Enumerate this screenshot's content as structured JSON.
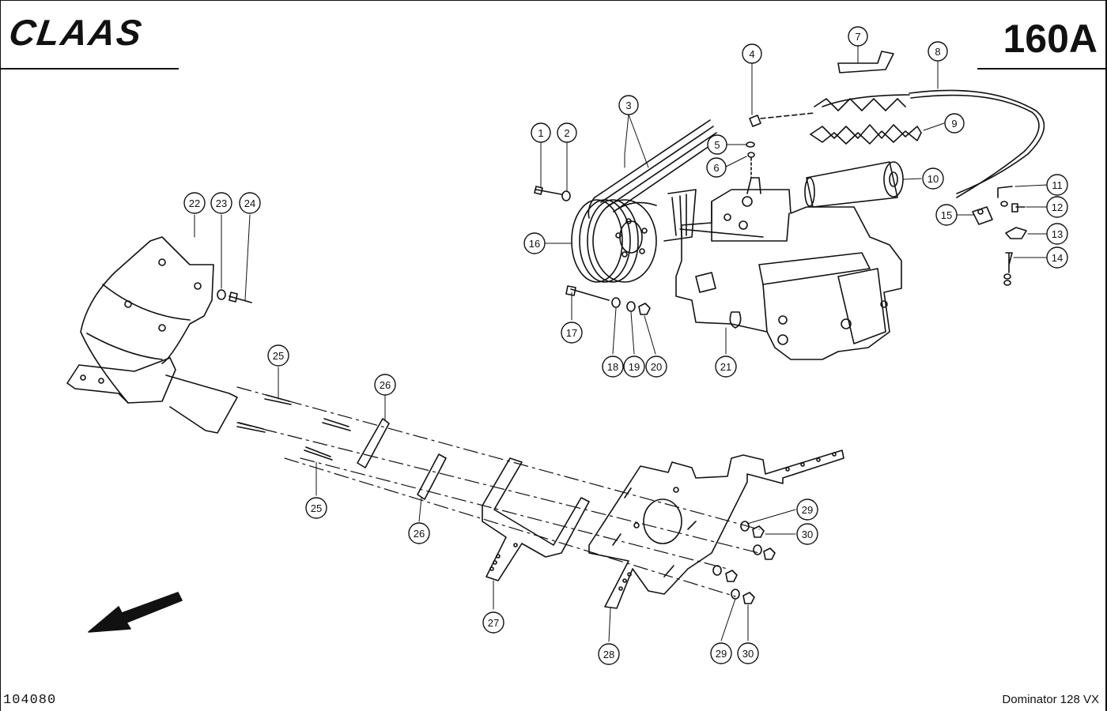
{
  "header": {
    "brand": "CLAAS",
    "page_number": "160A"
  },
  "footer": {
    "document_id": "104080",
    "model": "Dominator 128 VX"
  },
  "callouts": [
    "1",
    "2",
    "3",
    "4",
    "5",
    "6",
    "7",
    "8",
    "9",
    "10",
    "11",
    "12",
    "13",
    "14",
    "15",
    "16",
    "17",
    "18",
    "19",
    "20",
    "21",
    "22",
    "23",
    "24",
    "25",
    "25",
    "26",
    "26",
    "27",
    "28",
    "29",
    "29",
    "30",
    "30"
  ]
}
